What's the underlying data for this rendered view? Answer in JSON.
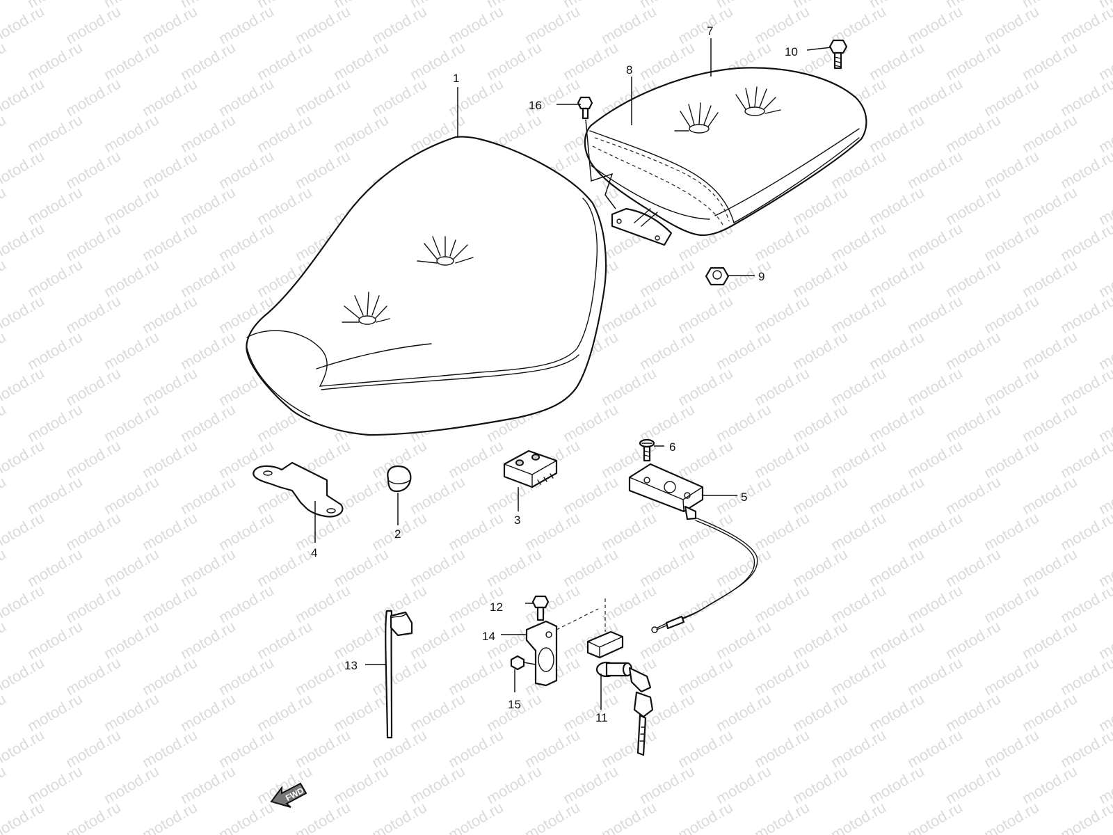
{
  "watermark": "motod.ru",
  "forward_badge": "FWD",
  "callouts": [
    {
      "id": "1",
      "label": "1"
    },
    {
      "id": "2",
      "label": "2"
    },
    {
      "id": "3",
      "label": "3"
    },
    {
      "id": "4",
      "label": "4"
    },
    {
      "id": "5",
      "label": "5"
    },
    {
      "id": "6",
      "label": "6"
    },
    {
      "id": "7",
      "label": "7"
    },
    {
      "id": "8",
      "label": "8"
    },
    {
      "id": "9",
      "label": "9"
    },
    {
      "id": "10",
      "label": "10"
    },
    {
      "id": "11",
      "label": "11"
    },
    {
      "id": "12",
      "label": "12"
    },
    {
      "id": "13",
      "label": "13"
    },
    {
      "id": "14",
      "label": "14"
    },
    {
      "id": "15",
      "label": "15"
    },
    {
      "id": "16",
      "label": "16"
    }
  ]
}
